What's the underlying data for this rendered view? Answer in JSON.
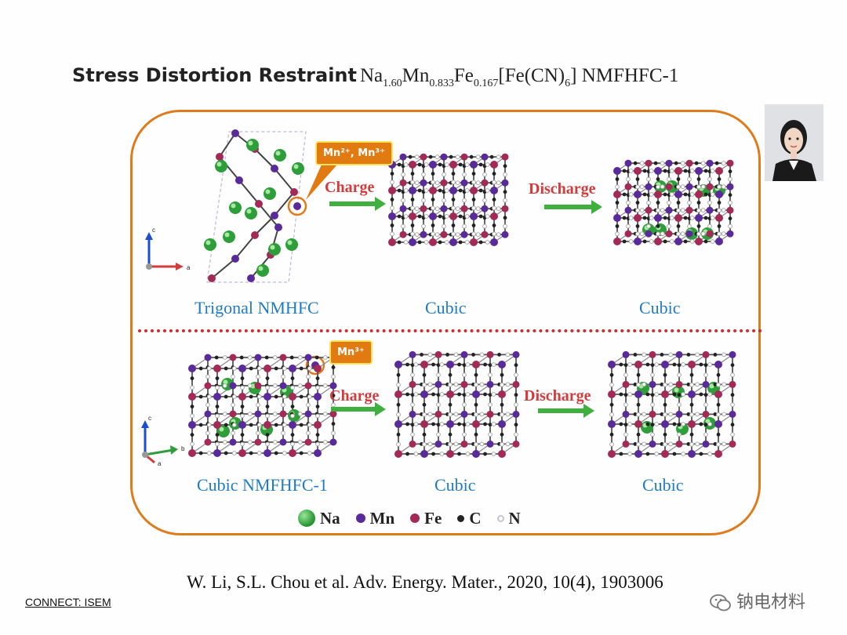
{
  "title": {
    "bold_text": "Stress Distortion Restraint",
    "formula": {
      "na": "Na",
      "na_sub": "1.60",
      "mn": "Mn",
      "mn_sub": "0.833",
      "fe": "Fe",
      "fe_sub": "0.167",
      "rest": "[Fe(CN)",
      "cn_sub": "6",
      "close": "]",
      "name": " NMFHFC-1"
    }
  },
  "top_row": {
    "callout": "Mn²⁺, Mn³⁺",
    "charge_label": "Charge",
    "discharge_label": "Discharge",
    "structures": [
      "Trigonal NMHFC",
      "Cubic",
      "Cubic"
    ]
  },
  "bottom_row": {
    "callout": "Mn³⁺",
    "charge_label": "Charge",
    "discharge_label": "Discharge",
    "structures": [
      "Cubic NMFHFC-1",
      "Cubic",
      "Cubic"
    ]
  },
  "legend": [
    {
      "label": "Na",
      "color": "#2e9e3a"
    },
    {
      "label": "Mn",
      "color": "#5a2a9a"
    },
    {
      "label": "Fe",
      "color": "#a32956"
    },
    {
      "label": "C",
      "color": "#222222"
    },
    {
      "label": "N",
      "color": "#c9c3d6"
    }
  ],
  "colors": {
    "frame": "#e07b1c",
    "blue_label": "#1f7cc4",
    "red_label": "#d23c3c",
    "arrow": "#3fb03f"
  },
  "citation": "W. Li, S.L. Chou et al. Adv. Energy. Mater., 2020, 10(4), 1903006",
  "footer": "CONNECT: ISEM",
  "watermark": "钠电材料",
  "axes": {
    "top": [
      "c",
      "a"
    ],
    "bottom": [
      "c",
      "b",
      "a"
    ]
  }
}
